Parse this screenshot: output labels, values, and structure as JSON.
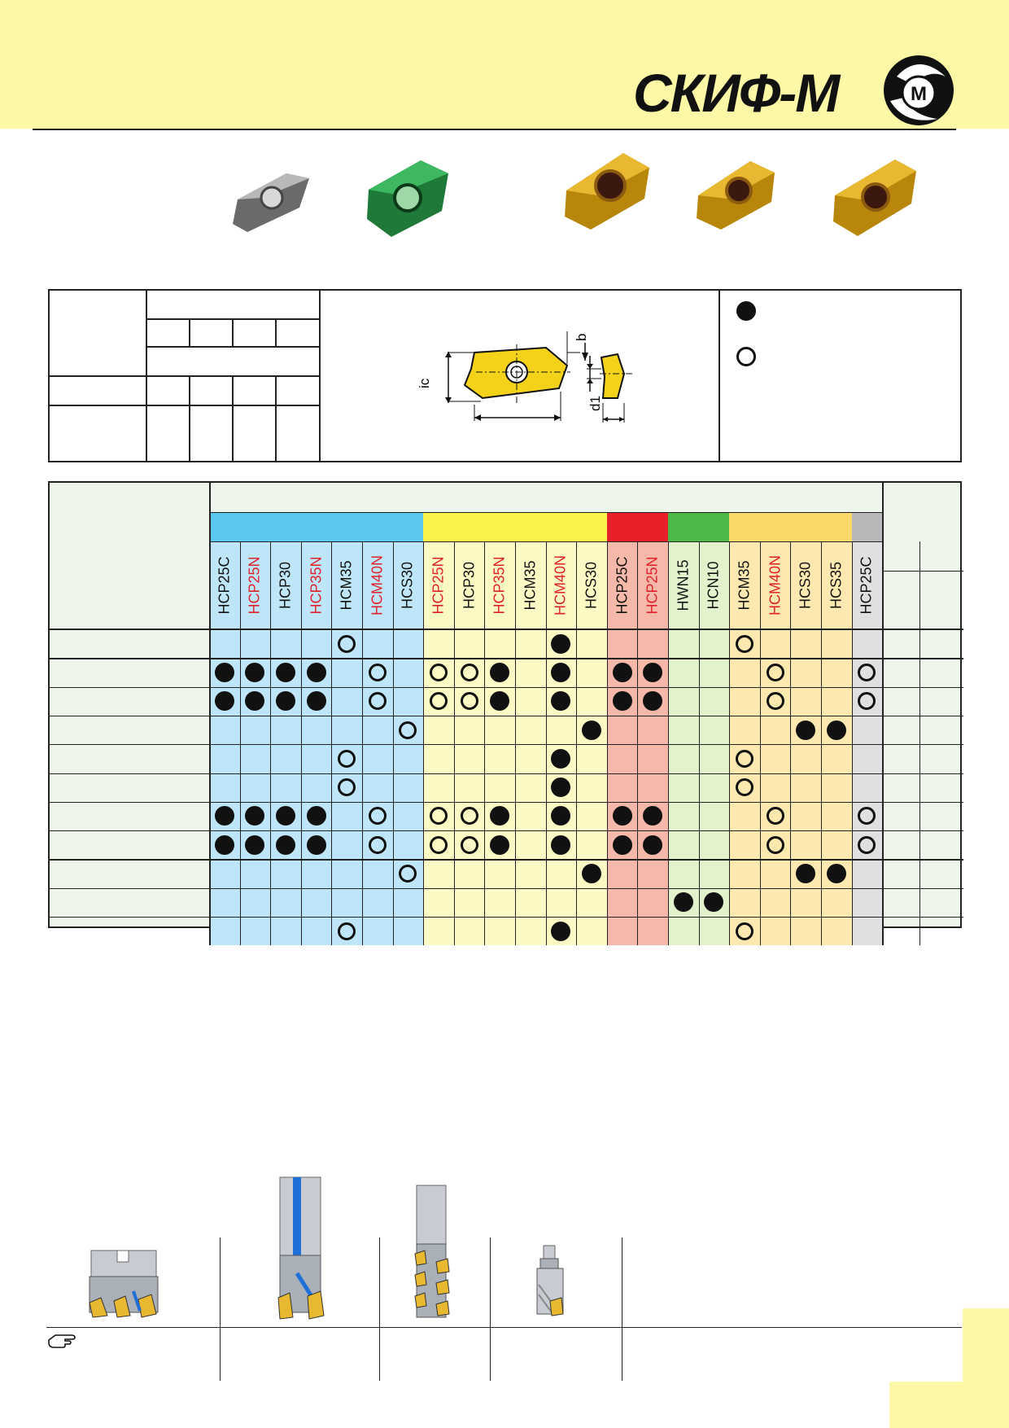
{
  "header": {
    "logo_text": "СКИФ-М",
    "emblem_letter": "M"
  },
  "colors": {
    "page_band": "#fdf8a6",
    "group_blue": "#5ac8f0",
    "group_yellow": "#fbf24a",
    "group_red": "#e8202a",
    "group_green": "#4cb848",
    "group_orange": "#fbd86a",
    "group_gray": "#b8b8b8",
    "grade_red_text": "#e0202a"
  },
  "inserts": [
    {
      "name": "insert-uncoated",
      "color": "gray"
    },
    {
      "name": "insert-green-coated",
      "color": "green"
    },
    {
      "name": "insert-gold-1",
      "color": "gold"
    },
    {
      "name": "insert-gold-2",
      "color": "gold"
    },
    {
      "name": "insert-gold-3",
      "color": "gold"
    }
  ],
  "drawing_labels": {
    "ic": "ic",
    "b": "b",
    "d1": "d1"
  },
  "legend": [
    {
      "symbol": "filled-circle",
      "icon": "filled-circle-icon"
    },
    {
      "symbol": "open-circle",
      "icon": "open-circle-icon"
    }
  ],
  "grade_groups": [
    {
      "color_key": "group_blue",
      "grades": [
        {
          "name": "HCP25C",
          "red": false
        },
        {
          "name": "HCP25N",
          "red": true
        },
        {
          "name": "HCP30",
          "red": false
        },
        {
          "name": "HCP35N",
          "red": true
        },
        {
          "name": "HCM35",
          "red": false
        },
        {
          "name": "HCM40N",
          "red": true
        },
        {
          "name": "HCS30",
          "red": false
        }
      ]
    },
    {
      "color_key": "group_yellow",
      "grades": [
        {
          "name": "HCP25N",
          "red": true
        },
        {
          "name": "HCP30",
          "red": false
        },
        {
          "name": "HCP35N",
          "red": true
        },
        {
          "name": "HCM35",
          "red": false
        },
        {
          "name": "HCM40N",
          "red": true
        },
        {
          "name": "HCS30",
          "red": false
        }
      ]
    },
    {
      "color_key": "group_red",
      "grades": [
        {
          "name": "HCP25C",
          "red": false
        },
        {
          "name": "HCP25N",
          "red": true
        }
      ]
    },
    {
      "color_key": "group_green",
      "grades": [
        {
          "name": "HWN15",
          "red": false
        },
        {
          "name": "HCN10",
          "red": false
        }
      ]
    },
    {
      "color_key": "group_orange",
      "grades": [
        {
          "name": "HCM35",
          "red": false
        },
        {
          "name": "HCM40N",
          "red": true
        },
        {
          "name": "HCS30",
          "red": false
        },
        {
          "name": "HCS35",
          "red": false
        }
      ]
    },
    {
      "color_key": "group_gray",
      "grades": [
        {
          "name": "HCP25C",
          "red": false
        }
      ]
    }
  ],
  "grade_rows": [
    "....o......#.....o....",
    "####.o.oo#.#.##...o..o",
    "####.o.oo#.#.##...o..o",
    "......o.....#......##.",
    "....o......#.....o....",
    "....o......#.....o....",
    "####.o.oo#.#.##...o..o",
    "####.o.oo#.#.##...o..o",
    "......o.....#......##.",
    "...............##.....",
    "....o......#.....o...."
  ],
  "tools": [
    {
      "name": "shell-mill-tool"
    },
    {
      "name": "end-mill-tool"
    },
    {
      "name": "long-edge-mill-tool"
    },
    {
      "name": "screw-in-head-tool"
    }
  ]
}
